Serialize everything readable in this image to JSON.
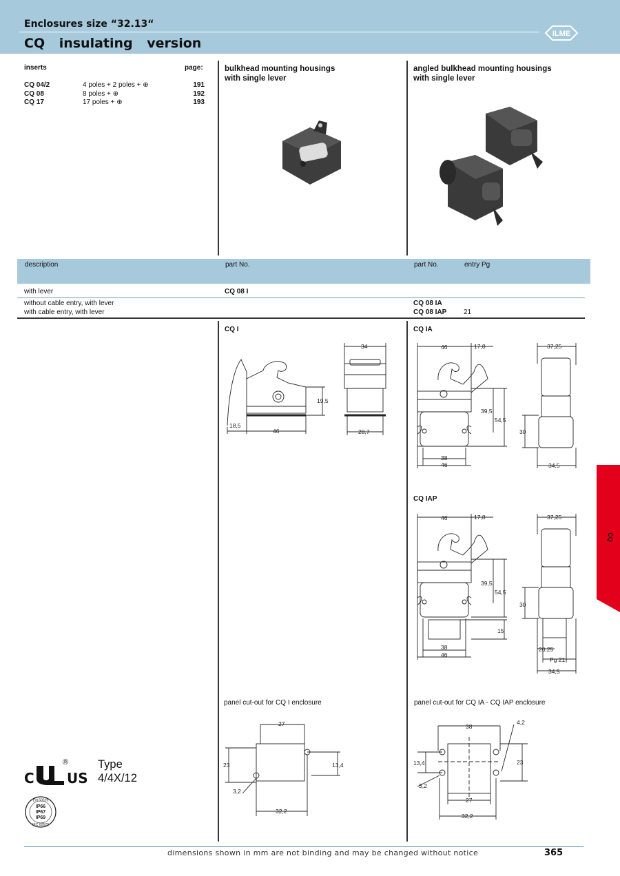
{
  "header": {
    "subtitle": "Enclosures size “32.13“",
    "title": "CQ insulating version",
    "logo_text": "ILME"
  },
  "inserts": {
    "heading": "inserts",
    "page_heading": "page:",
    "rows": [
      {
        "code": "CQ 04/2",
        "desc": "4 poles + 2 poles + ⊕",
        "page": "191"
      },
      {
        "code": "CQ 08",
        "desc": "8 poles + ⊕",
        "page": "192"
      },
      {
        "code": "CQ 17",
        "desc": "17 poles + ⊕",
        "page": "193"
      }
    ]
  },
  "columns": {
    "middle_title_1": "bulkhead mounting housings",
    "middle_title_2": "with single lever",
    "right_title_1": "angled bulkhead mounting housings",
    "right_title_2": "with single lever"
  },
  "table": {
    "col_description": "description",
    "col_part_no": "part No.",
    "col_part_no_2": "part No.",
    "col_entry": "entry Pg",
    "rows": [
      {
        "description": "with lever",
        "part_no": "CQ 08 I",
        "part_no_2": "",
        "entry": ""
      },
      {
        "description": "without cable entry, with lever",
        "part_no": "",
        "part_no_2": "CQ 08 IA",
        "entry": ""
      },
      {
        "description": "with cable entry, with lever",
        "part_no": "",
        "part_no_2": "CQ 08 IAP",
        "entry": "21"
      }
    ]
  },
  "drawings": {
    "cqi_label": "CQ I",
    "cqia_label": "CQ IA",
    "cqiap_label": "CQ IAP",
    "cqi_dims": {
      "d34": "34",
      "d19_5": "19,5",
      "d18_5": "18,5",
      "d46": "46",
      "d28_7": "28,7"
    },
    "cqia_dims": {
      "d46": "46",
      "d17_8": "17,8",
      "d37_25": "37,25",
      "d39_5": "39,5",
      "d54_5": "54,5",
      "d30": "30",
      "d38": "38",
      "d46b": "46",
      "d34_5": "34,5"
    },
    "cqiap_dims": {
      "d46": "46",
      "d17_8": "17,8",
      "d37_25": "37,25",
      "d39_5": "39,5",
      "d54_5": "54,5",
      "d30": "30",
      "d15": "15",
      "d38": "38",
      "d46b": "46",
      "d20_25": "20,25",
      "pg21": "Pg 21",
      "d34_5": "34,5"
    }
  },
  "cutouts": {
    "left_label": "panel cut-out for CQ I enclosure",
    "right_label": "panel cut-out for CQ IA - CQ IAP enclosure",
    "left_dims": {
      "d27": "27",
      "d23": "23",
      "d13_4": "13,4",
      "d3_2": "3,2",
      "d32_2": "32,2"
    },
    "right_dims": {
      "d38": "38",
      "d4_2": "4,2",
      "d13_4": "13,4",
      "d23": "23",
      "d3_2": "3,2",
      "d27": "27",
      "d32_2": "32,2"
    }
  },
  "certification": {
    "c": "C",
    "us": "US",
    "registered": "®",
    "type_line1": "Type",
    "type_line2": "4/4X/12",
    "badge_top": "EN 60529",
    "badge_ip66": "IP66",
    "badge_ip67": "IP67",
    "badge_ip69": "IP69",
    "badge_bottom": "IEC 60529"
  },
  "side_tab": {
    "label": "CQ",
    "color": "#e3001b"
  },
  "footer": {
    "note": "dimensions shown in mm are not binding and may be changed without notice",
    "page": "365"
  }
}
